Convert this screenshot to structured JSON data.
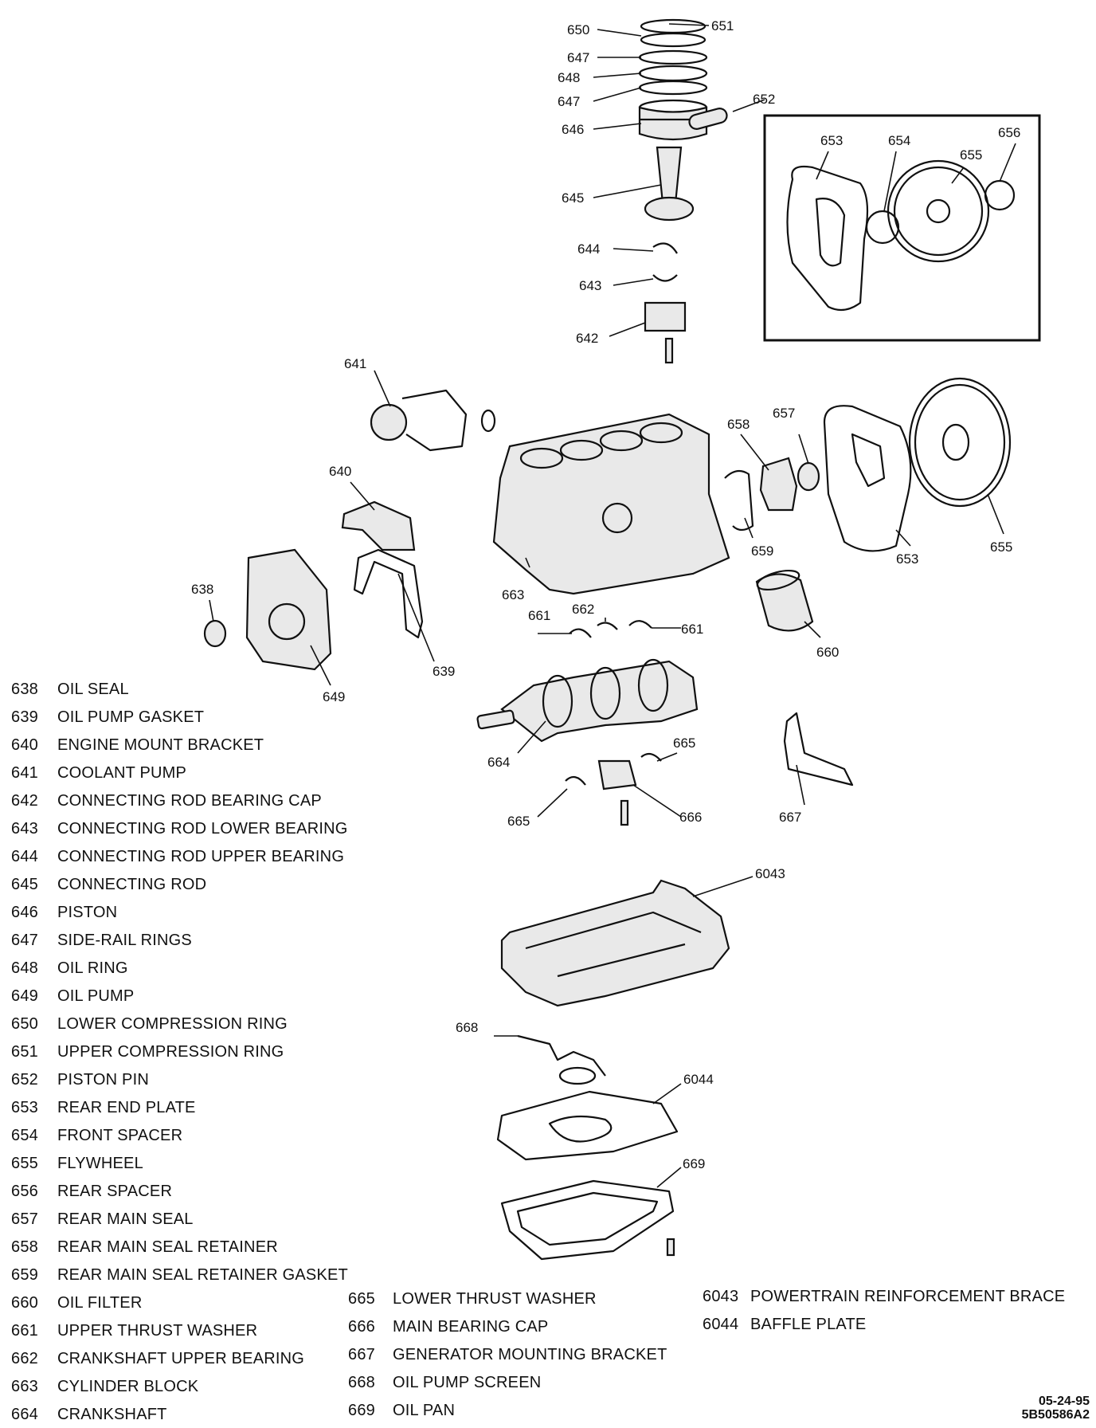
{
  "legend_col1": [
    {
      "num": "638",
      "label": "OIL SEAL"
    },
    {
      "num": "639",
      "label": "OIL PUMP GASKET"
    },
    {
      "num": "640",
      "label": "ENGINE MOUNT BRACKET"
    },
    {
      "num": "641",
      "label": "COOLANT PUMP"
    },
    {
      "num": "642",
      "label": "CONNECTING ROD BEARING CAP"
    },
    {
      "num": "643",
      "label": "CONNECTING ROD LOWER BEARING"
    },
    {
      "num": "644",
      "label": "CONNECTING ROD UPPER BEARING"
    },
    {
      "num": "645",
      "label": "CONNECTING ROD"
    },
    {
      "num": "646",
      "label": "PISTON"
    },
    {
      "num": "647",
      "label": "SIDE-RAIL RINGS"
    },
    {
      "num": "648",
      "label": "OIL RING"
    },
    {
      "num": "649",
      "label": "OIL PUMP"
    },
    {
      "num": "650",
      "label": "LOWER COMPRESSION RING"
    },
    {
      "num": "651",
      "label": "UPPER COMPRESSION RING"
    },
    {
      "num": "652",
      "label": "PISTON PIN"
    },
    {
      "num": "653",
      "label": "REAR END PLATE"
    },
    {
      "num": "654",
      "label": "FRONT SPACER"
    },
    {
      "num": "655",
      "label": "FLYWHEEL"
    },
    {
      "num": "656",
      "label": "REAR SPACER"
    },
    {
      "num": "657",
      "label": "REAR MAIN SEAL"
    },
    {
      "num": "658",
      "label": "REAR MAIN SEAL RETAINER"
    },
    {
      "num": "659",
      "label": "REAR MAIN SEAL RETAINER GASKET"
    },
    {
      "num": "660",
      "label": "OIL FILTER"
    },
    {
      "num": "661",
      "label": "UPPER THRUST WASHER"
    },
    {
      "num": "662",
      "label": "CRANKSHAFT UPPER BEARING"
    },
    {
      "num": "663",
      "label": "CYLINDER BLOCK"
    },
    {
      "num": "664",
      "label": "CRANKSHAFT"
    }
  ],
  "legend_col2": [
    {
      "num": "665",
      "label": "LOWER THRUST WASHER"
    },
    {
      "num": "666",
      "label": "MAIN BEARING CAP"
    },
    {
      "num": "667",
      "label": "GENERATOR MOUNTING BRACKET"
    },
    {
      "num": "668",
      "label": "OIL PUMP SCREEN"
    },
    {
      "num": "669",
      "label": "OIL PAN"
    }
  ],
  "legend_col3": [
    {
      "num": "6043",
      "label": "POWERTRAIN REINFORCEMENT BRACE"
    },
    {
      "num": "6044",
      "label": "BAFFLE PLATE"
    }
  ],
  "callouts": {
    "c638": "638",
    "c639": "639",
    "c640": "640",
    "c641": "641",
    "c642": "642",
    "c643": "643",
    "c644": "644",
    "c645": "645",
    "c646": "646",
    "c647a": "647",
    "c647b": "647",
    "c648": "648",
    "c649": "649",
    "c650": "650",
    "c651": "651",
    "c652": "652",
    "c653a": "653",
    "c653b": "653",
    "c654": "654",
    "c655a": "655",
    "c655b": "655",
    "c656": "656",
    "c657": "657",
    "c658": "658",
    "c659": "659",
    "c660": "660",
    "c661a": "661",
    "c661b": "661",
    "c662": "662",
    "c663": "663",
    "c664": "664",
    "c665a": "665",
    "c665b": "665",
    "c666": "666",
    "c667": "667",
    "c668": "668",
    "c669": "669",
    "c6043": "6043",
    "c6044": "6044"
  },
  "stamp": {
    "date": "05-24-95",
    "code": "5B50586A2"
  }
}
